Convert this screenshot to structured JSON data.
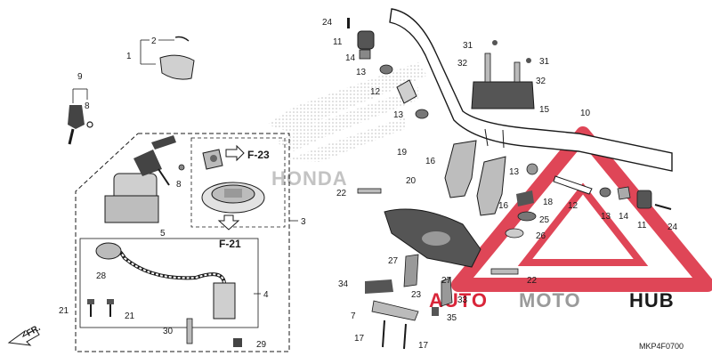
{
  "diagram": {
    "code": "MKP4F0700",
    "direction_label": "FR.",
    "references": {
      "f23": "F-23",
      "f21": "F-21"
    },
    "watermark": {
      "brand": "HONDA",
      "auto": "AUTO",
      "moto": "MOTO",
      "hub": "HUB"
    },
    "labels": {
      "n1": "1",
      "n2": "2",
      "n3": "3",
      "n4": "4",
      "n5": "5",
      "n7": "7",
      "n8a": "8",
      "n8b": "8",
      "n9": "9",
      "n10": "10",
      "n11a": "11",
      "n11b": "11",
      "n12a": "12",
      "n12b": "12",
      "n13a": "13",
      "n13b": "13",
      "n13c": "13",
      "n13d": "13",
      "n14a": "14",
      "n14b": "14",
      "n15": "15",
      "n16a": "16",
      "n16b": "16",
      "n17a": "17",
      "n17b": "17",
      "n18": "18",
      "n19": "19",
      "n20": "20",
      "n21a": "21",
      "n21b": "21",
      "n22a": "22",
      "n22b": "22",
      "n23": "23",
      "n24a": "24",
      "n24b": "24",
      "n25": "25",
      "n26": "26",
      "n27a": "27",
      "n27b": "27",
      "n28": "28",
      "n29": "29",
      "n30": "30",
      "n31a": "31",
      "n31b": "31",
      "n32a": "32",
      "n32b": "32",
      "n33": "33",
      "n34": "34",
      "n35": "35"
    },
    "colors": {
      "ink": "#1a1a1a",
      "watermark_red": "#d9263a",
      "watermark_gray": "#9a9a9a",
      "dots": "#c8c8c8"
    }
  }
}
